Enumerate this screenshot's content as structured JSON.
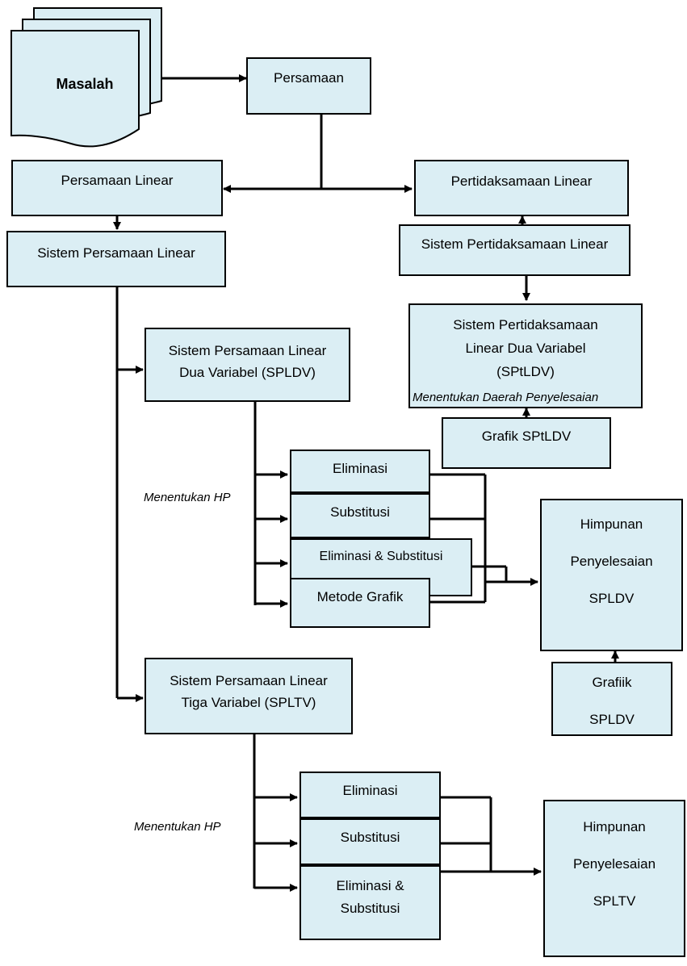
{
  "masalah": "Masalah",
  "persamaan": "Persamaan",
  "persamaan_linear": "Persamaan Linear",
  "pertidaksamaan_linear": "Pertidaksamaan Linear",
  "sistem_persamaan_linear": "Sistem Persamaan Linear",
  "sistem_pertidaksamaan_linear": "Sistem Pertidaksamaan Linear",
  "sptldv": "Sistem Pertidaksamaan\nLinear Dua Variabel\n(SPtLDV)",
  "menentukan_daerah": "Menentukan Daerah Penyelesaian",
  "grafik_sptldv": "Grafik SPtLDV",
  "spldv": "Sistem Persamaan Linear\nDua Variabel (SPLDV)",
  "menentukan_hp_1": "Menentukan HP",
  "spldv_methods": {
    "eliminasi": "Eliminasi",
    "substitusi": "Substitusi",
    "eliminasi_substitusi": "Eliminasi & Substitusi",
    "metode_grafik": "Metode Grafik"
  },
  "hp_spldv": "Himpunan\n\nPenyelesaian\n\nSPLDV",
  "grafiik_spldv": "Grafiik\n\nSPLDV",
  "spltv": "Sistem Persamaan Linear\nTiga  Variabel (SPLTV)",
  "menentukan_hp_2": "Menentukan HP",
  "spltv_methods": {
    "eliminasi": "Eliminasi",
    "substitusi": "Substitusi",
    "eliminasi_substitusi": "Eliminasi &\nSubstitusi"
  },
  "hp_spltv": "Himpunan\n\nPenyelesaian\n\nSPLTV",
  "colors": {
    "box_fill": "#dbeef4",
    "stroke": "#000000"
  }
}
